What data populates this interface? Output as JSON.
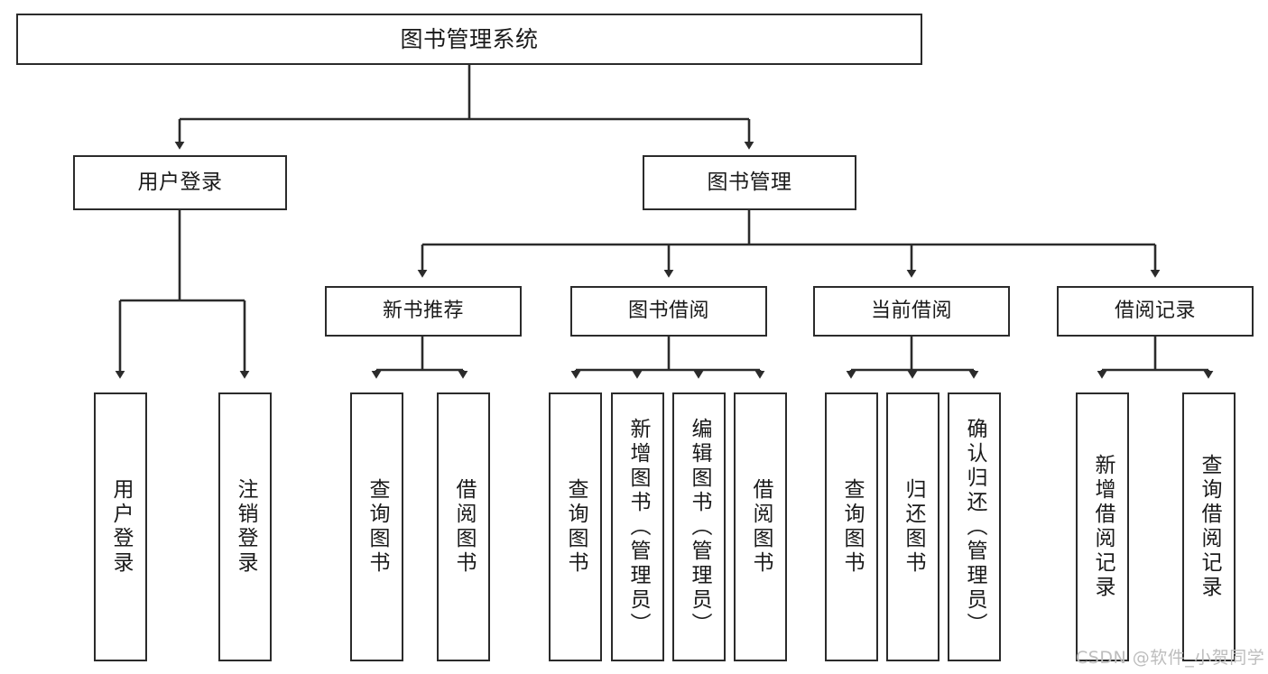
{
  "diagram": {
    "title": "图书管理系统",
    "type": "tree",
    "stroke_color": "#2b2b2b",
    "fill_color": "#ffffff",
    "text_color": "#1a1a1a"
  },
  "root": {
    "label": "图书管理系统"
  },
  "level1": [
    {
      "label": "用户登录"
    },
    {
      "label": "图书管理"
    }
  ],
  "level2": [
    {
      "label": "新书推荐"
    },
    {
      "label": "图书借阅"
    },
    {
      "label": "当前借阅"
    },
    {
      "label": "借阅记录"
    }
  ],
  "leaves": {
    "user_login": [
      {
        "label": "用户登录"
      },
      {
        "label": "注销登录"
      }
    ],
    "new_book_recommend": [
      {
        "label": "查询图书"
      },
      {
        "label": "借阅图书"
      }
    ],
    "book_borrow": [
      {
        "label": "查询图书"
      },
      {
        "label": "新增图书（管理员）"
      },
      {
        "label": "编辑图书（管理员）"
      },
      {
        "label": "借阅图书"
      }
    ],
    "current_borrow": [
      {
        "label": "查询图书"
      },
      {
        "label": "归还图书"
      },
      {
        "label": "确认归还（管理员）"
      }
    ],
    "borrow_record": [
      {
        "label": "新增借阅记录"
      },
      {
        "label": "查询借阅记录"
      }
    ]
  },
  "watermark": {
    "text": "CSDN @软件_小贺同学"
  }
}
